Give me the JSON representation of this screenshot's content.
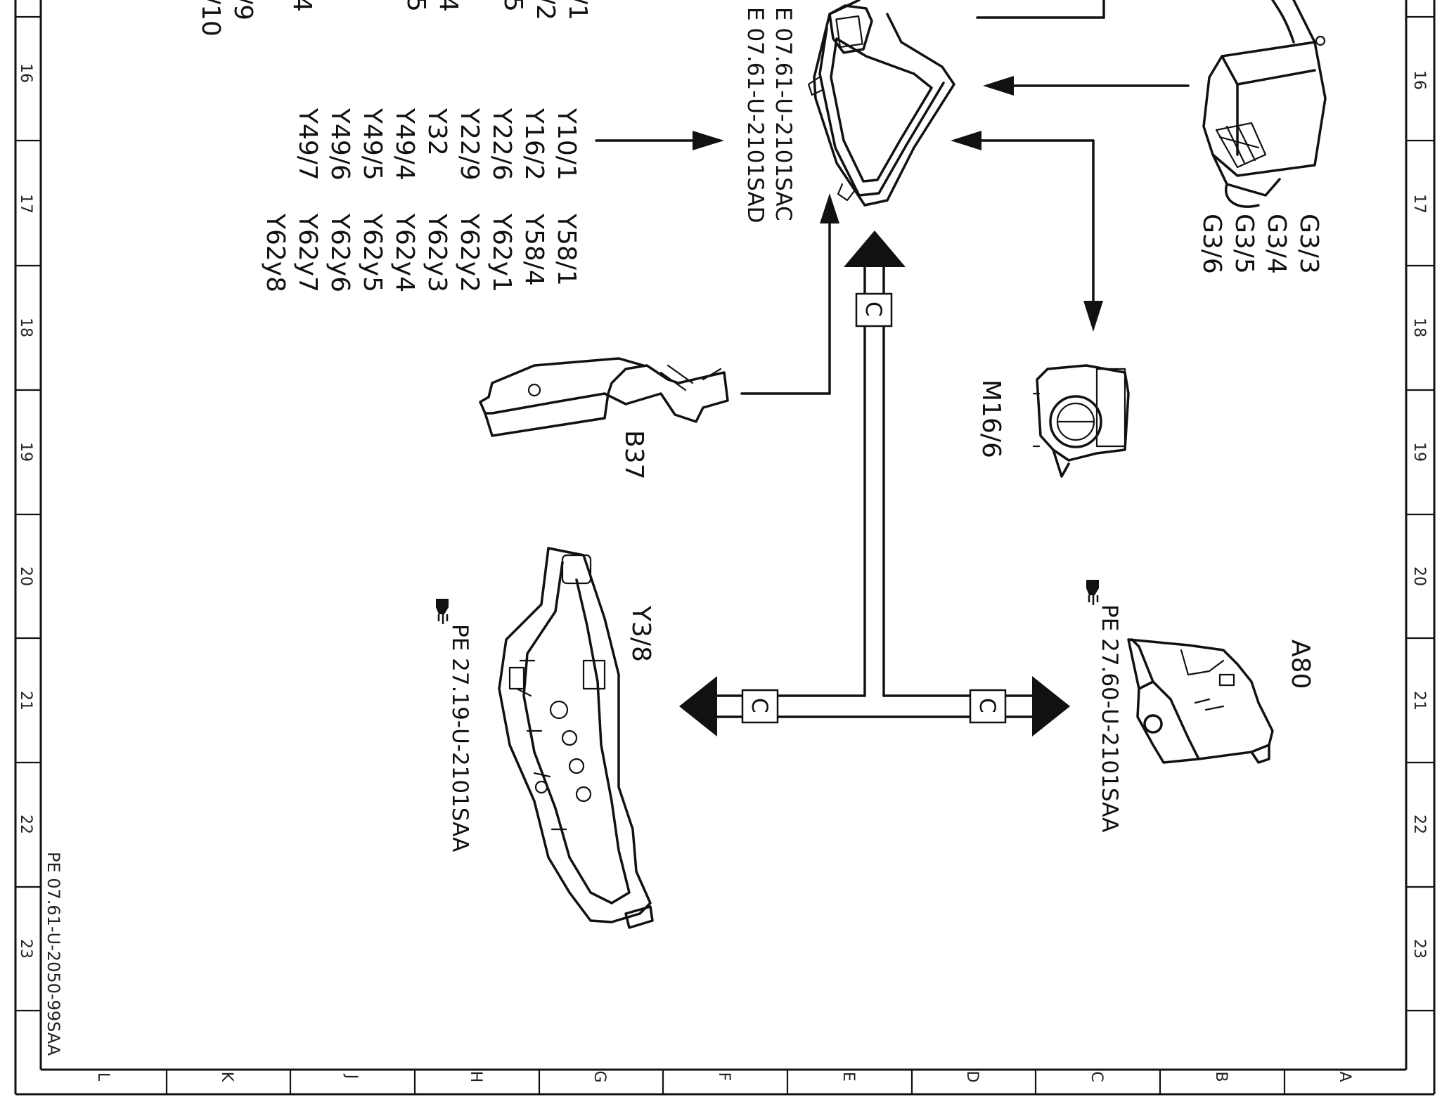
{
  "diagram": {
    "top_left_partial": [
      "/1",
      "/2",
      "5",
      "4",
      "5",
      "/9",
      "/10",
      "4"
    ],
    "ecu_refs": [
      "E 07.61-U-2101SAC",
      "E 07.61-U-2101SAD"
    ],
    "valve_list_left": [
      "Y10/1",
      "Y16/2",
      "Y22/6",
      "Y22/9",
      "Y32",
      "Y49/4",
      "Y49/5",
      "Y49/6",
      "Y49/7"
    ],
    "valve_list_right": [
      "Y58/1",
      "Y58/4",
      "Y62y1",
      "Y62y2",
      "Y62y3",
      "Y62y4",
      "Y62y5",
      "Y62y6",
      "Y62y7",
      "Y62y8"
    ],
    "sensor_group": [
      "G3/3",
      "G3/4",
      "G3/5",
      "G3/6"
    ],
    "components": {
      "pedal": "B37",
      "throttle": "M16/6",
      "valve_body": "Y3/8",
      "control_unit": "A80"
    },
    "connector_letter": "C",
    "page_refs": {
      "left": "PE 27.19-U-2101SAA",
      "right": "PE 27.60-U-2101SAA",
      "sheet_id": "PE 07.61-U-2050-99SAA"
    },
    "grid_rows": [
      "16",
      "17",
      "18",
      "19",
      "20",
      "21",
      "22",
      "23"
    ],
    "grid_cols": [
      "L",
      "K",
      "J",
      "H",
      "G",
      "F",
      "E",
      "D",
      "C",
      "B",
      "A"
    ]
  }
}
